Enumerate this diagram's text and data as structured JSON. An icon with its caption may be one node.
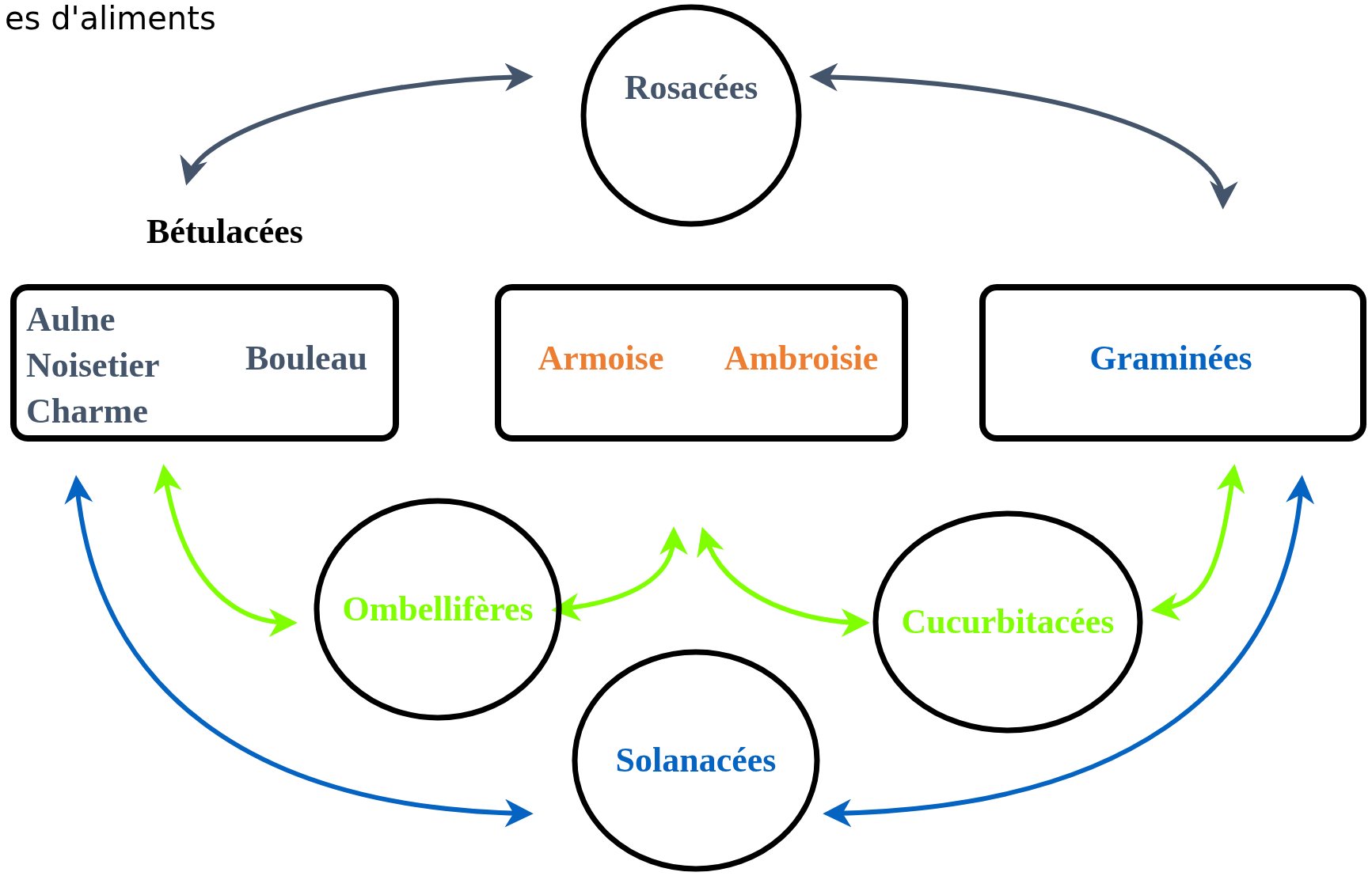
{
  "diagram": {
    "title": "es d'aliments",
    "nodes": [
      {
        "text": [
          "Rosacées"
        ]
      },
      {
        "text": [
          "Bétulacées",
          "Aulne",
          "Noisetier",
          "Charme",
          "Bouleau"
        ]
      },
      {
        "text": [
          "Armoise",
          "Ambroisie"
        ]
      },
      {
        "text": [
          "Graminées"
        ]
      },
      {
        "text": [
          "Ombellifères"
        ]
      },
      {
        "text": [
          "Cucurbitacées"
        ]
      },
      {
        "text": [
          "Solanacées"
        ]
      }
    ],
    "edges": [
      {
        "from": 0,
        "to": 1,
        "arrow": "both",
        "color": "#44546a"
      },
      {
        "from": 0,
        "to": 3,
        "arrow": "both",
        "color": "#44546a"
      },
      {
        "from": 1,
        "to": 6,
        "arrow": "both",
        "color": "#0563c1"
      },
      {
        "from": 1,
        "to": 4,
        "arrow": "both",
        "color": "#7fff00"
      },
      {
        "from": 4,
        "to": 2,
        "arrow": "both",
        "color": "#7fff00"
      },
      {
        "from": 2,
        "to": 5,
        "arrow": "both",
        "color": "#7fff00"
      },
      {
        "from": 3,
        "to": 5,
        "arrow": "both",
        "color": "#7fff00"
      },
      {
        "from": 3,
        "to": 6,
        "arrow": "both",
        "color": "#0563c1"
      }
    ]
  }
}
